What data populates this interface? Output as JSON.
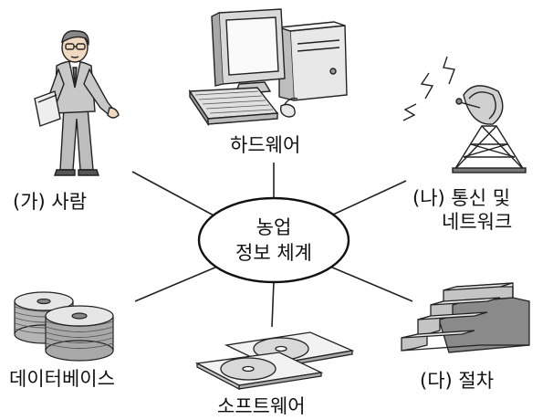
{
  "center": {
    "line1": "농업",
    "line2": "정보 체계"
  },
  "nodes": {
    "hardware": "하드웨어",
    "people": "(가) 사람",
    "network_line1": "(나) 통신 및",
    "network_line2": "네트워크",
    "database": "데이터베이스",
    "software": "소프트웨어",
    "procedure": "(다) 절차"
  },
  "icons": {
    "hardware": "desktop-computer-icon",
    "people": "businessman-icon",
    "network": "satellite-dish-tower-icon",
    "database": "disk-stack-icon",
    "software": "cd-cases-icon",
    "procedure": "staircase-icon"
  }
}
